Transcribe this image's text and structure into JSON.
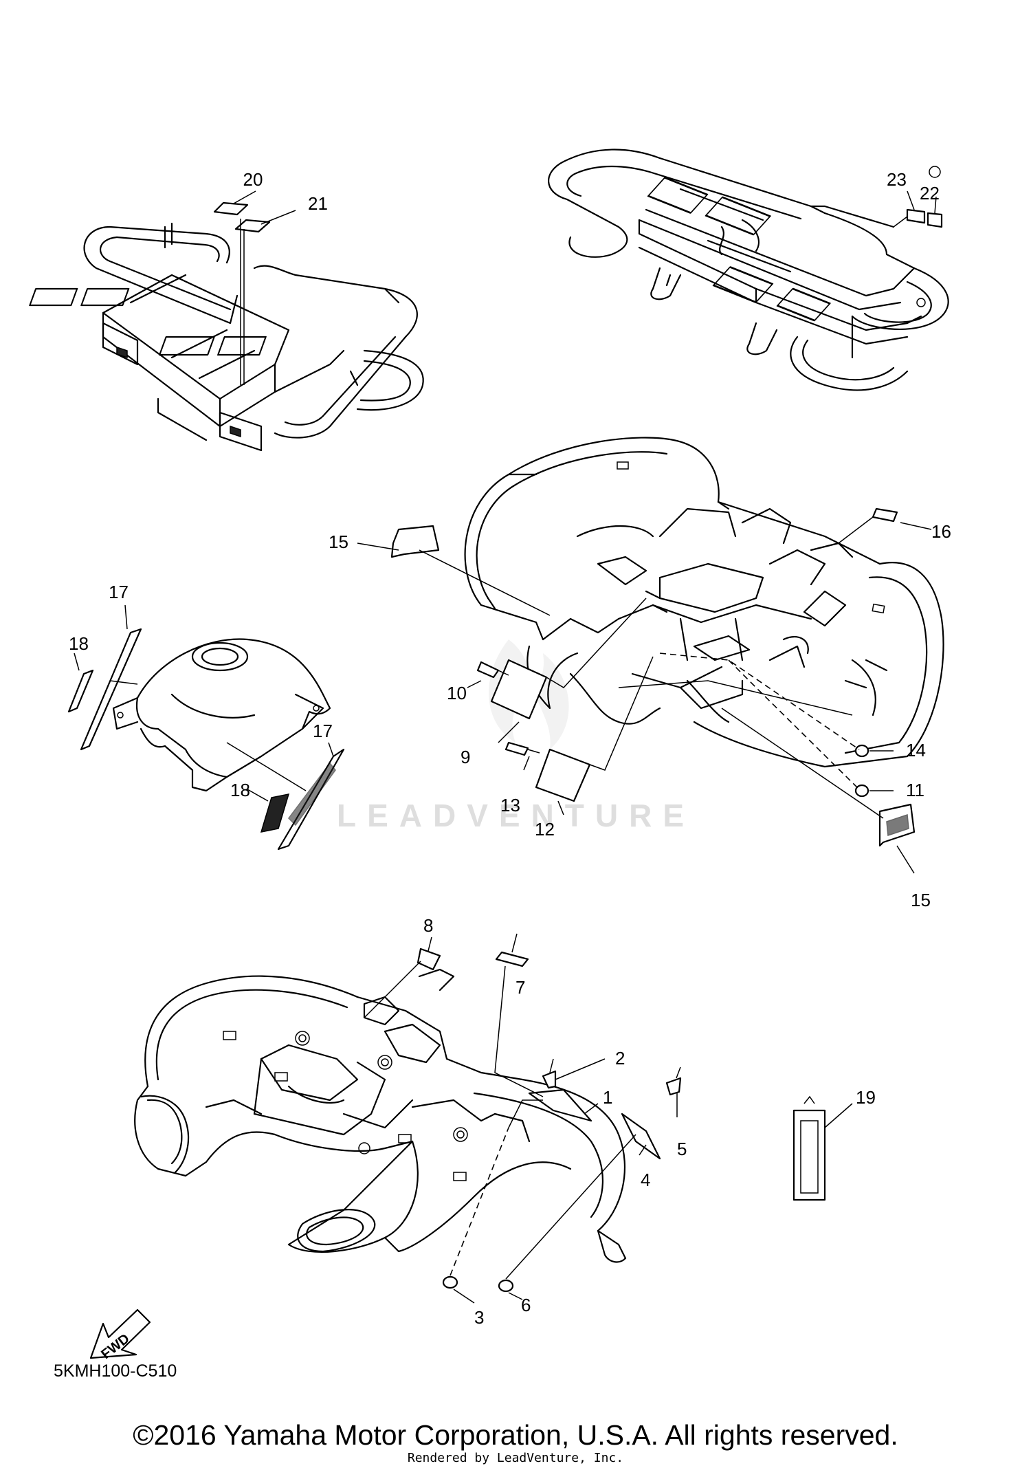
{
  "diagram_code": "5KMH100-C510",
  "watermark": "LEADVENTURE",
  "fwd_label": "FWD",
  "copyright": "©2016 Yamaha Motor Corporation, U.S.A. All rights reserved.",
  "rendered_by": "Rendered by LeadVenture, Inc.",
  "callouts": [
    {
      "id": "c20",
      "text": "20"
    },
    {
      "id": "c21",
      "text": "21"
    },
    {
      "id": "c23",
      "text": "23"
    },
    {
      "id": "c22",
      "text": "22"
    },
    {
      "id": "c15a",
      "text": "15"
    },
    {
      "id": "c16",
      "text": "16"
    },
    {
      "id": "c17a",
      "text": "17"
    },
    {
      "id": "c18a",
      "text": "18"
    },
    {
      "id": "c17b",
      "text": "17"
    },
    {
      "id": "c18b",
      "text": "18"
    },
    {
      "id": "c10",
      "text": "10"
    },
    {
      "id": "c9",
      "text": "9"
    },
    {
      "id": "c13",
      "text": "13"
    },
    {
      "id": "c12",
      "text": "12"
    },
    {
      "id": "c14",
      "text": "14"
    },
    {
      "id": "c11",
      "text": "11"
    },
    {
      "id": "c15b",
      "text": "15"
    },
    {
      "id": "c8",
      "text": "8"
    },
    {
      "id": "c7",
      "text": "7"
    },
    {
      "id": "c2",
      "text": "2"
    },
    {
      "id": "c1",
      "text": "1"
    },
    {
      "id": "c5",
      "text": "5"
    },
    {
      "id": "c4",
      "text": "4"
    },
    {
      "id": "c19",
      "text": "19"
    },
    {
      "id": "c3",
      "text": "3"
    },
    {
      "id": "c6",
      "text": "6"
    }
  ]
}
